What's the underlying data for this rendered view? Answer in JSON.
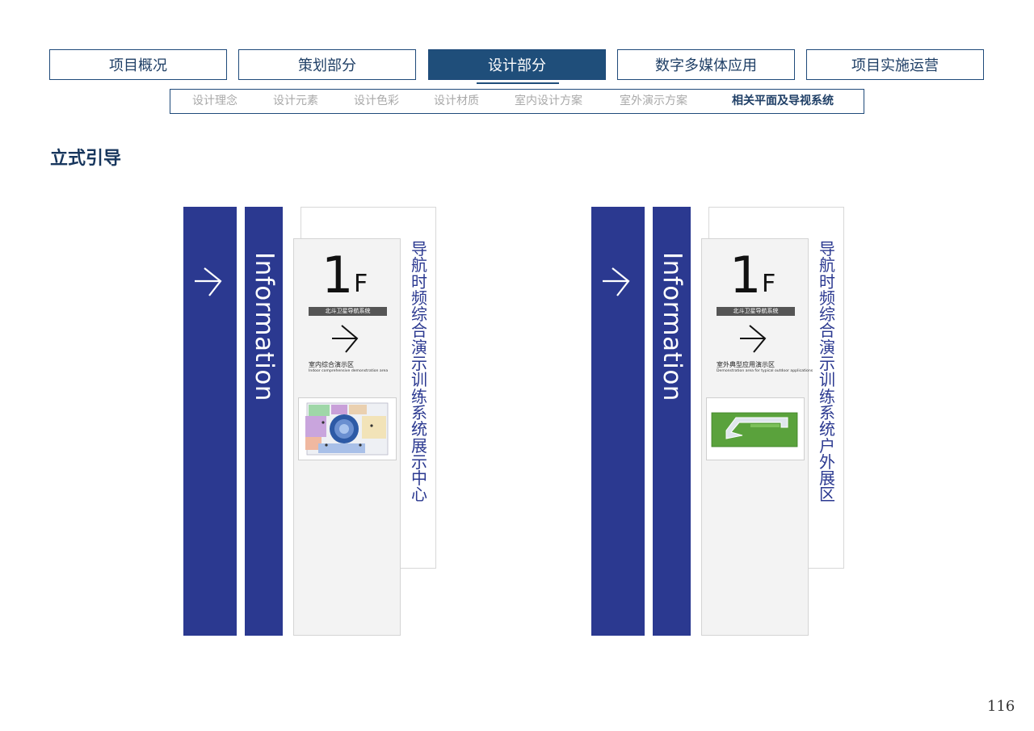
{
  "nav": {
    "tabs": [
      {
        "label": "项目概况"
      },
      {
        "label": "策划部分"
      },
      {
        "label": "设计部分"
      },
      {
        "label": "数字多媒体应用"
      },
      {
        "label": "项目实施运营"
      }
    ],
    "active_tab": 2
  },
  "subnav": {
    "items": [
      {
        "label": "设计理念"
      },
      {
        "label": "设计元素"
      },
      {
        "label": "设计色彩"
      },
      {
        "label": "设计材质"
      },
      {
        "label": "室内设计方案"
      },
      {
        "label": "室外演示方案"
      },
      {
        "label": "相关平面及导视系统"
      }
    ],
    "active_item": 6
  },
  "section_title": "立式引导",
  "signs": [
    {
      "info_label": "Information",
      "floor_number": "1",
      "floor_letter": "F",
      "system_name": "北斗卫星导航系统",
      "area_name": "室内综合演示区",
      "area_name_en": "Indoor comprehensive demonstration area",
      "vertical_title": "导航时频综合演示训练系统展示中心",
      "map_icon": "indoor-floor-plan"
    },
    {
      "info_label": "Information",
      "floor_number": "1",
      "floor_letter": "F",
      "system_name": "北斗卫星导航系统",
      "area_name": "室外典型应用演示区",
      "area_name_en": "Demonstration area for typical outdoor applications",
      "vertical_title": "导航时频综合演示训练系统户外展区",
      "map_icon": "outdoor-site-plan"
    }
  ],
  "page_number": "116",
  "colors": {
    "navy": "#1f4e7a",
    "sign_blue": "#2b3990",
    "inactive_sub": "#a9a9a9"
  }
}
